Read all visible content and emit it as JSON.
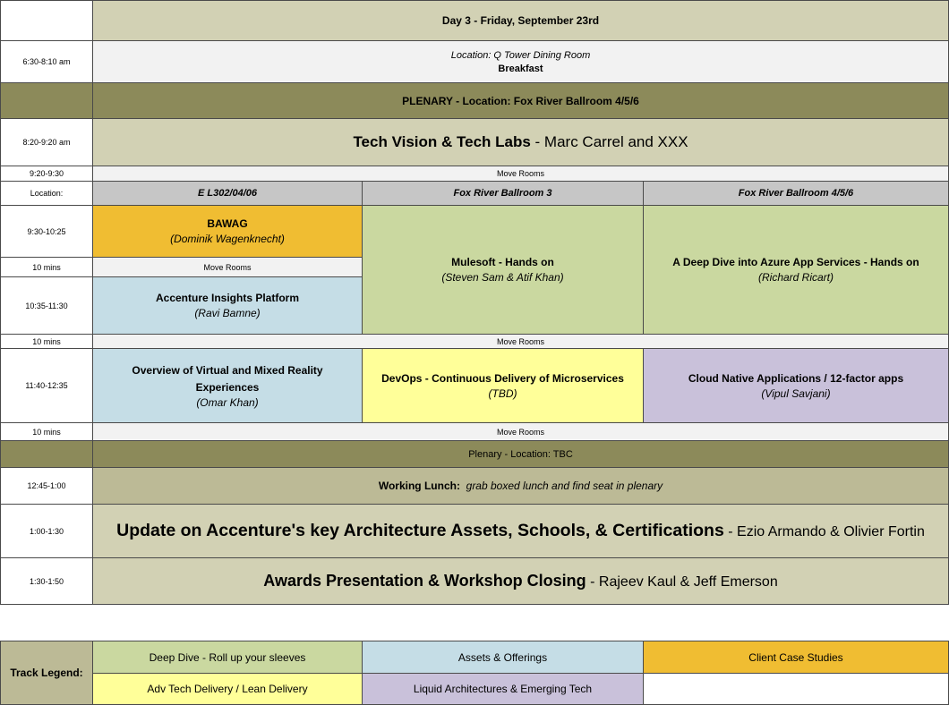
{
  "day_header": "Day 3  - Friday, September 23rd",
  "breakfast": {
    "time": "6:30-8:10 am",
    "location": "Location:  Q Tower Dining Room",
    "title": "Breakfast"
  },
  "plenary1": {
    "label": "PLENARY -  Location:  Fox River Ballroom 4/5/6"
  },
  "tech_vision": {
    "time": "8:20-9:20 am",
    "title": "Tech Vision & Tech Labs",
    "speakers": " - Marc Carrel and XXX"
  },
  "move1": {
    "time": "9:20-9:30",
    "label": "Move Rooms"
  },
  "locations": {
    "label": "Location:",
    "rooms": [
      "E L302/04/06",
      "Fox River Ballroom 3",
      "Fox River Ballroom 4/5/6"
    ]
  },
  "slot1": {
    "time": "9:30-10:25"
  },
  "bawag": {
    "title": "BAWAG",
    "speaker": "(Dominik Wagenknecht)"
  },
  "move_mid": {
    "time": "10 mins",
    "label": "Move Rooms"
  },
  "mulesoft": {
    "title": "Mulesoft - Hands on",
    "speaker": "(Steven Sam & Atif Khan)"
  },
  "azure": {
    "title": "A Deep Dive into Azure App Services - Hands on",
    "speaker": "(Richard Ricart)"
  },
  "slot2": {
    "time": "10:35-11:30"
  },
  "insights": {
    "title": "Accenture Insights Platform",
    "speaker": "(Ravi Bamne)"
  },
  "move2": {
    "time": "10 mins",
    "label": "Move Rooms"
  },
  "slot3": {
    "time": "11:40-12:35"
  },
  "vr": {
    "title": "Overview of Virtual and Mixed Reality Experiences",
    "speaker": "(Omar Khan)"
  },
  "devops": {
    "title": "DevOps -  Continuous Delivery  of Microservices",
    "speaker": "(TBD)"
  },
  "cloud": {
    "title": "Cloud Native Applications / 12-factor apps",
    "speaker": "(Vipul Savjani)"
  },
  "move3": {
    "time": "10 mins",
    "label": "Move Rooms"
  },
  "plenary2": {
    "label": "Plenary - Location:  TBC"
  },
  "lunch": {
    "time": "12:45-1:00",
    "title": "Working Lunch:",
    "detail": "grab boxed lunch and find seat in plenary"
  },
  "assets": {
    "time": "1:00-1:30",
    "title": "Update on Accenture's key Architecture Assets, Schools, & Certifications",
    "speakers": " - Ezio Armando & Olivier Fortin"
  },
  "awards": {
    "time": "1:30-1:50",
    "title": "Awards Presentation & Workshop Closing",
    "speakers": " - Rajeev Kaul & Jeff Emerson"
  },
  "legend": {
    "label": "Track Legend:",
    "items": [
      "Deep Dive - Roll up your sleeves",
      "Assets & Offerings",
      "Client Case Studies",
      "Adv Tech Delivery  / Lean Delivery",
      "Liquid Architectures & Emerging Tech"
    ]
  },
  "colors": {
    "header_tan": "#d2d1b4",
    "plenary_olive": "#8c8a5a",
    "deep_dive_green": "#cad8a0",
    "assets_blue": "#c5dde6",
    "client_gold": "#f0bd32",
    "delivery_yellow": "#ffff99",
    "emerging_purple": "#c9c1da"
  }
}
